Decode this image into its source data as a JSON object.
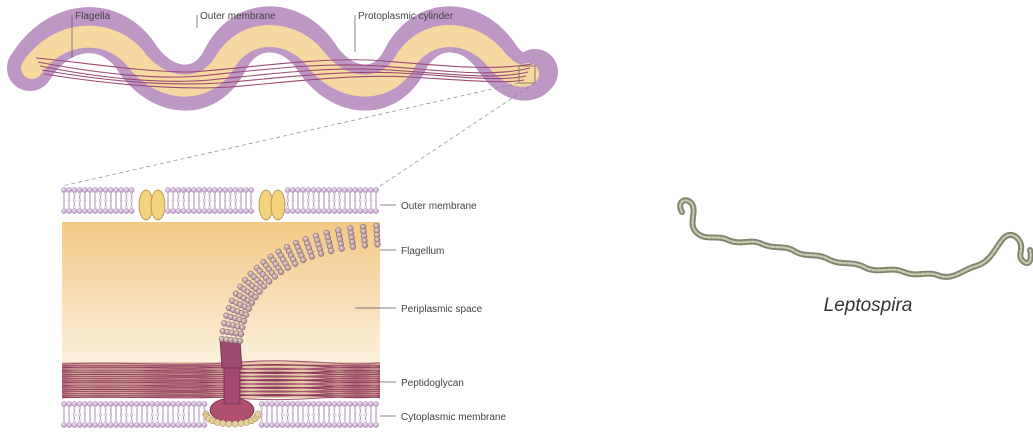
{
  "top_labels": {
    "flagella": "Flagella",
    "outer_membrane": "Outer membrane",
    "protoplasmic_cylinder": "Protoplasmic cylinder"
  },
  "detail_labels": {
    "outer_membrane": "Outer membrane",
    "flagellum": "Flagellum",
    "periplasmic_space": "Periplasmic space",
    "peptidoglycan": "Peptidoglycan",
    "cytoplasmic_membrane": "Cytoplasmic membrane"
  },
  "organism": {
    "caption": "Leptospira"
  },
  "colors": {
    "outer_membrane": "#c9a6d0",
    "cylinder": "#f6d9a0",
    "flagella": "#9c4a72",
    "membrane_bead": "#d7b6df",
    "periplasm": "#f3d08e",
    "flagellum_bead": "#b99bb0",
    "peptidoglycan": "#8b3a58",
    "leptospira": "#9ea48a"
  }
}
